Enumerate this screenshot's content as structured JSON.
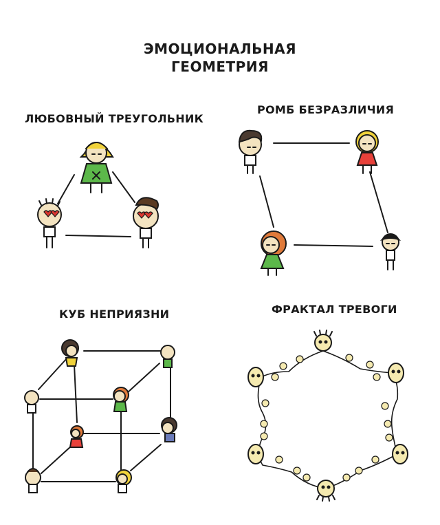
{
  "title": {
    "line1": "ЭМОЦИОНАЛЬНАЯ",
    "line2": "ГЕОМЕТРИЯ"
  },
  "panels": {
    "triangle": "ЛЮБОВНЫЙ ТРЕУГОЛЬНИК",
    "rhombus": "РОМБ БЕЗРАЗЛИЧИЯ",
    "cube": "КУБ НЕПРИЯЗНИ",
    "fractal": "ФРАКТАЛ ТРЕВОГИ"
  },
  "colors": {
    "ink": "#1a1a1a",
    "blonde": "#f0d23a",
    "green_dress": "#5cb84a",
    "red_dress": "#e8413a",
    "ginger": "#e07a3a",
    "brown_hair": "#5a3a22",
    "skin": "#f3e3c0",
    "anxious_yellow": "#f5eab0",
    "heart": "#d9362f"
  }
}
